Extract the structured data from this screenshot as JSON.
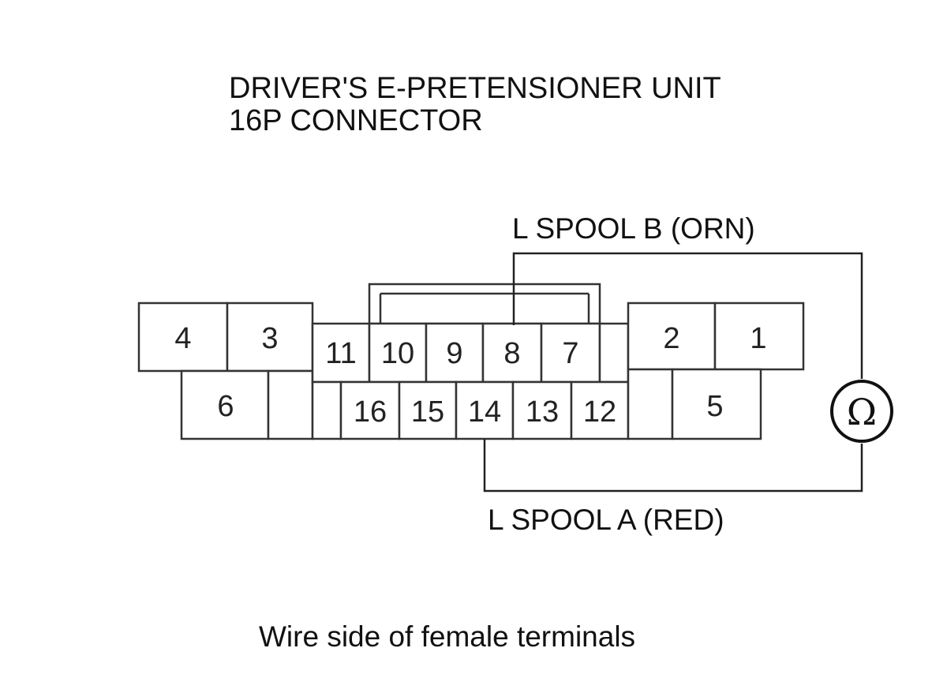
{
  "title": {
    "line1": "DRIVER'S E-PRETENSIONER UNIT",
    "line2": "16P CONNECTOR"
  },
  "wires": {
    "spool_b": "L SPOOL B (ORN)",
    "spool_a": "L SPOOL A (RED)"
  },
  "meter": {
    "symbol": "Ω",
    "icon": "ohmmeter-icon"
  },
  "terminals": {
    "t1": "1",
    "t2": "2",
    "t3": "3",
    "t4": "4",
    "t5": "5",
    "t6": "6",
    "t7": "7",
    "t8": "8",
    "t9": "9",
    "t10": "10",
    "t11": "11",
    "t12": "12",
    "t13": "13",
    "t14": "14",
    "t15": "15",
    "t16": "16"
  },
  "caption": "Wire side of female terminals"
}
